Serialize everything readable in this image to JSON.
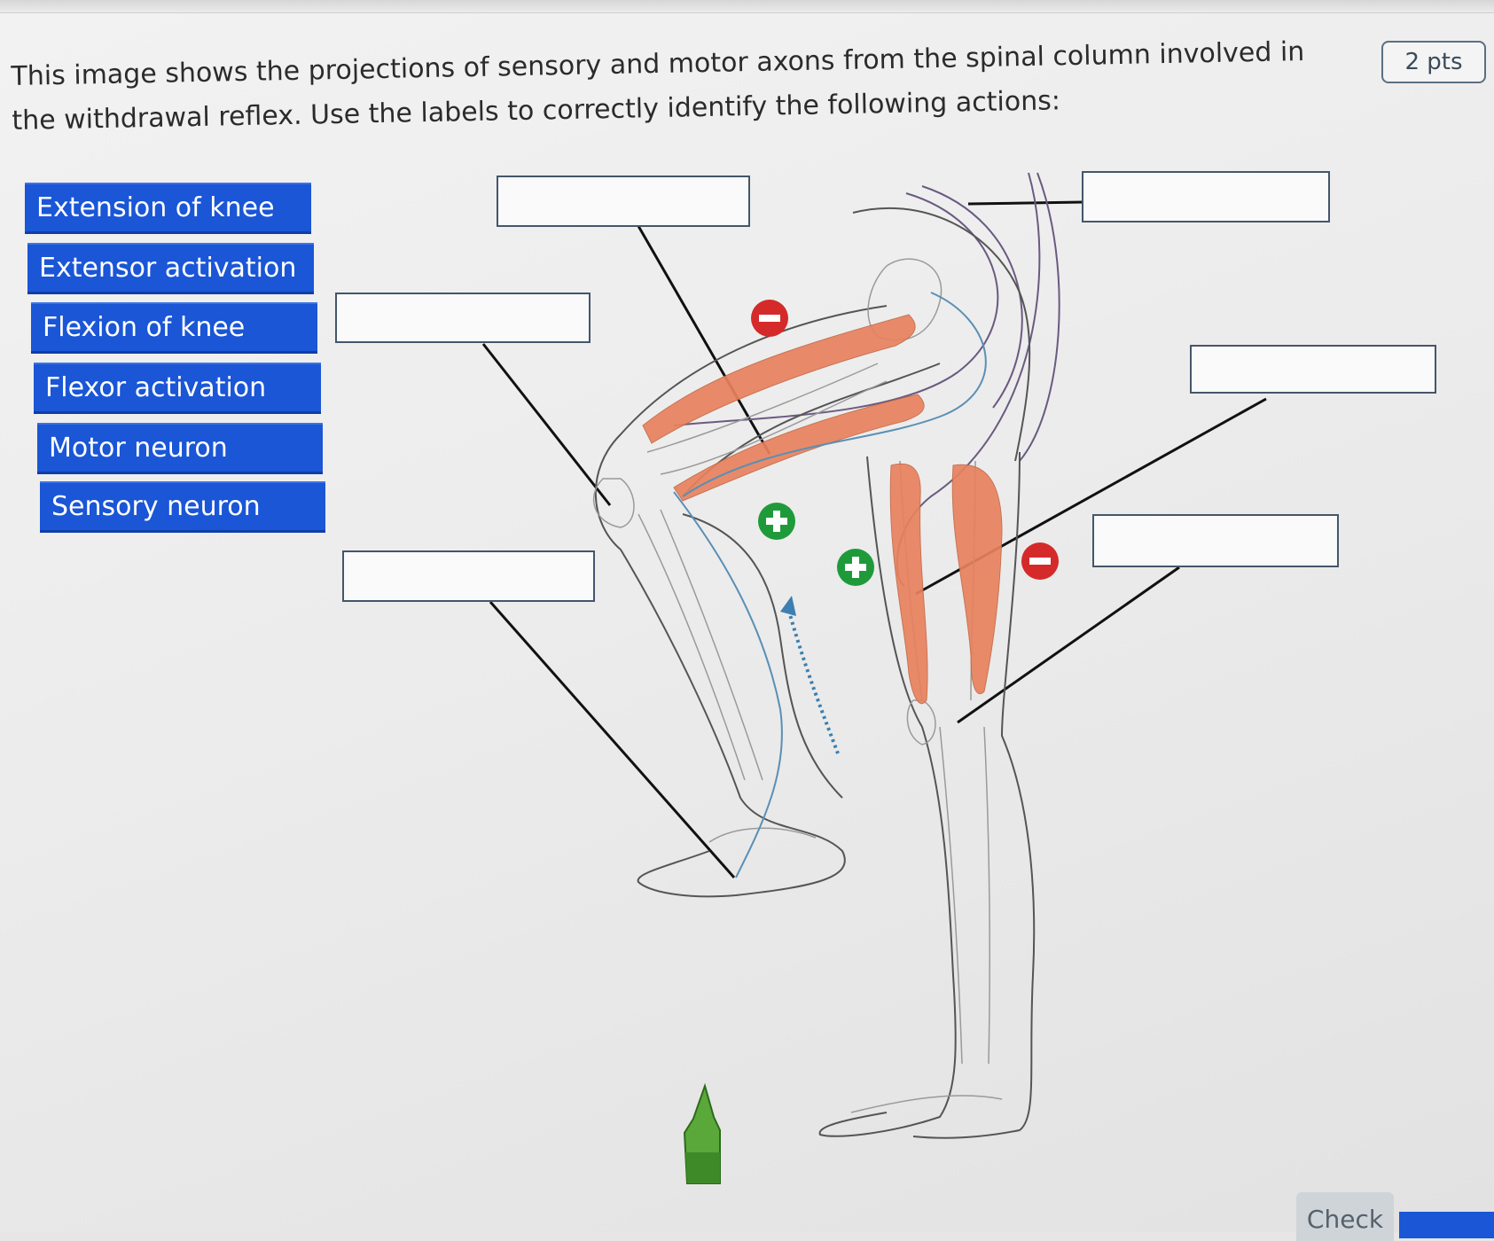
{
  "question": {
    "text": "This image shows the projections of sensory and motor axons from the spinal column involved in the withdrawal reflex. Use the labels to correctly identify the following actions:",
    "points": "2 pts"
  },
  "labels": [
    {
      "text": "Extension of knee"
    },
    {
      "text": "Extensor activation"
    },
    {
      "text": "Flexion of knee"
    },
    {
      "text": "Flexor activation"
    },
    {
      "text": "Motor neuron"
    },
    {
      "text": "Sensory neuron"
    }
  ],
  "drop_zones": [
    {
      "value": ""
    },
    {
      "value": ""
    },
    {
      "value": ""
    },
    {
      "value": ""
    },
    {
      "value": ""
    },
    {
      "value": ""
    },
    {
      "value": ""
    }
  ],
  "symbols": {
    "inhibit_color": "#d42a2a",
    "excite_color": "#1f9a3a",
    "muscle_color": "#e8825e",
    "nerve_color": "#5a8fb5"
  },
  "actions": {
    "check_label": "Check"
  }
}
